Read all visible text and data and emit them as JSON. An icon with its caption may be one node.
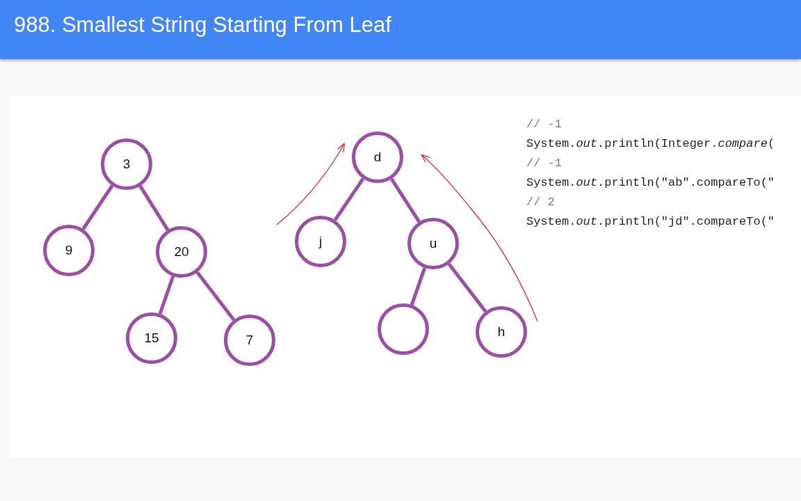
{
  "diagram": {
    "title": "988. Smallest String Starting From Leaf",
    "nodes": [
      {
        "text": [
          "3"
        ]
      },
      {
        "text": [
          "9"
        ]
      },
      {
        "text": [
          "20"
        ]
      },
      {
        "text": [
          "15"
        ]
      },
      {
        "text": [
          "7"
        ]
      },
      {
        "text": [
          "d"
        ]
      },
      {
        "text": [
          "j"
        ]
      },
      {
        "text": [
          "u"
        ]
      },
      {
        "text": [],
        "shape": "circle"
      },
      {
        "text": [
          "h"
        ]
      }
    ],
    "edges": [
      {
        "from": 0,
        "to": 1,
        "arrow": "none"
      },
      {
        "from": 0,
        "to": 2,
        "arrow": "none"
      },
      {
        "from": 2,
        "to": 3,
        "arrow": "none"
      },
      {
        "from": 2,
        "to": 4,
        "arrow": "none"
      },
      {
        "from": 5,
        "to": 6,
        "arrow": "none"
      },
      {
        "from": 5,
        "to": 7,
        "arrow": "none"
      },
      {
        "from": 7,
        "to": 8,
        "arrow": "none"
      },
      {
        "from": 7,
        "to": 9,
        "arrow": "none"
      }
    ],
    "labels": [
      "// -1",
      "System.*out*.println(Integer.*compare*(",
      "// -1",
      "System.*out*.println(\"ab\".compareTo(\"",
      "// 2",
      "System.*out*.println(\"jd\".compareTo(\""
    ]
  }
}
